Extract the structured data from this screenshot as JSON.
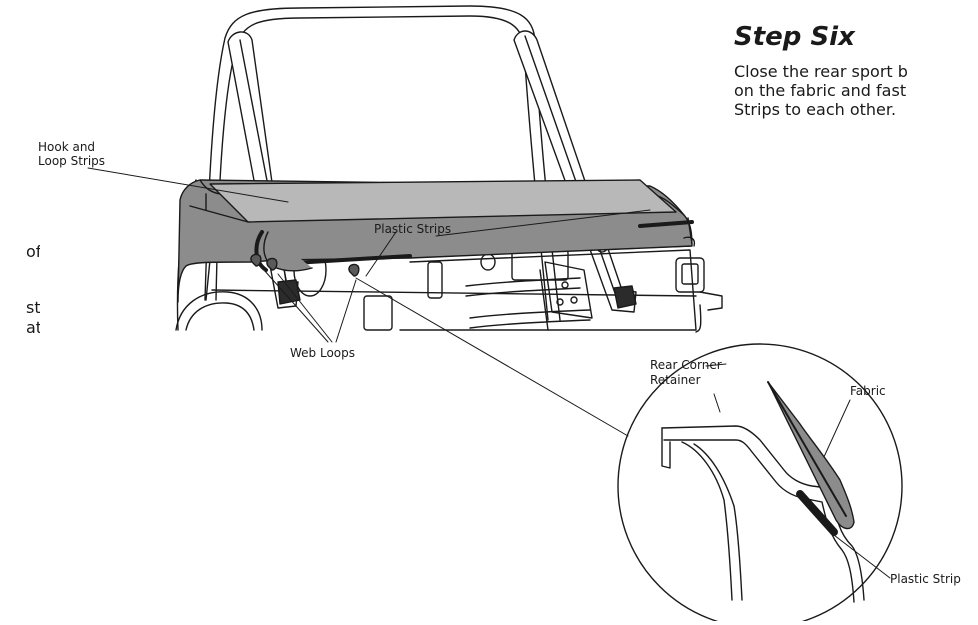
{
  "step": {
    "title": "Step Six",
    "body_lines": [
      "Close the rear sport b",
      "on the fabric and fast",
      "Strips to each other."
    ]
  },
  "left_partial_text": [
    "of",
    "strip",
    "at"
  ],
  "labels": {
    "hook_loop_line1": "Hook and",
    "hook_loop_line2": "Loop Strips",
    "plastic_strips": "Plastic Strips",
    "web_loops": "Web Loops",
    "rear_corner_line1": "Rear Corner",
    "rear_corner_line2": "Retainer",
    "fabric": "Fabric",
    "plastic_strip": "Plastic Strip"
  },
  "colors": {
    "line": "#1a1a1a",
    "fabric_top": "#b5b5b5",
    "fabric_side": "#8c8c8c",
    "dark_strip": "#2b2b2b"
  }
}
